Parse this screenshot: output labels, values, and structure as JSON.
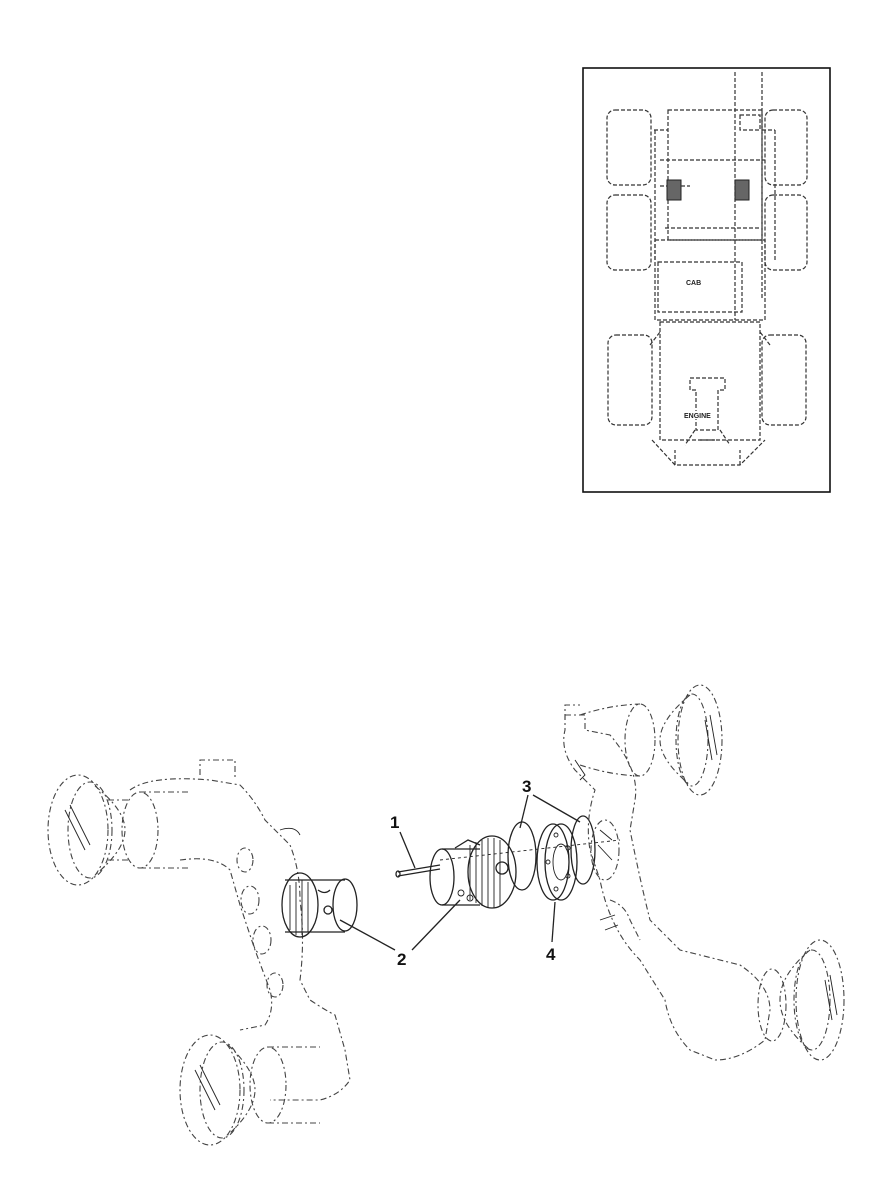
{
  "inset": {
    "cab_label": "CAB",
    "engine_label": "ENGINE"
  },
  "callouts": {
    "c1": "1",
    "c2": "2",
    "c3": "3",
    "c4": "4"
  }
}
